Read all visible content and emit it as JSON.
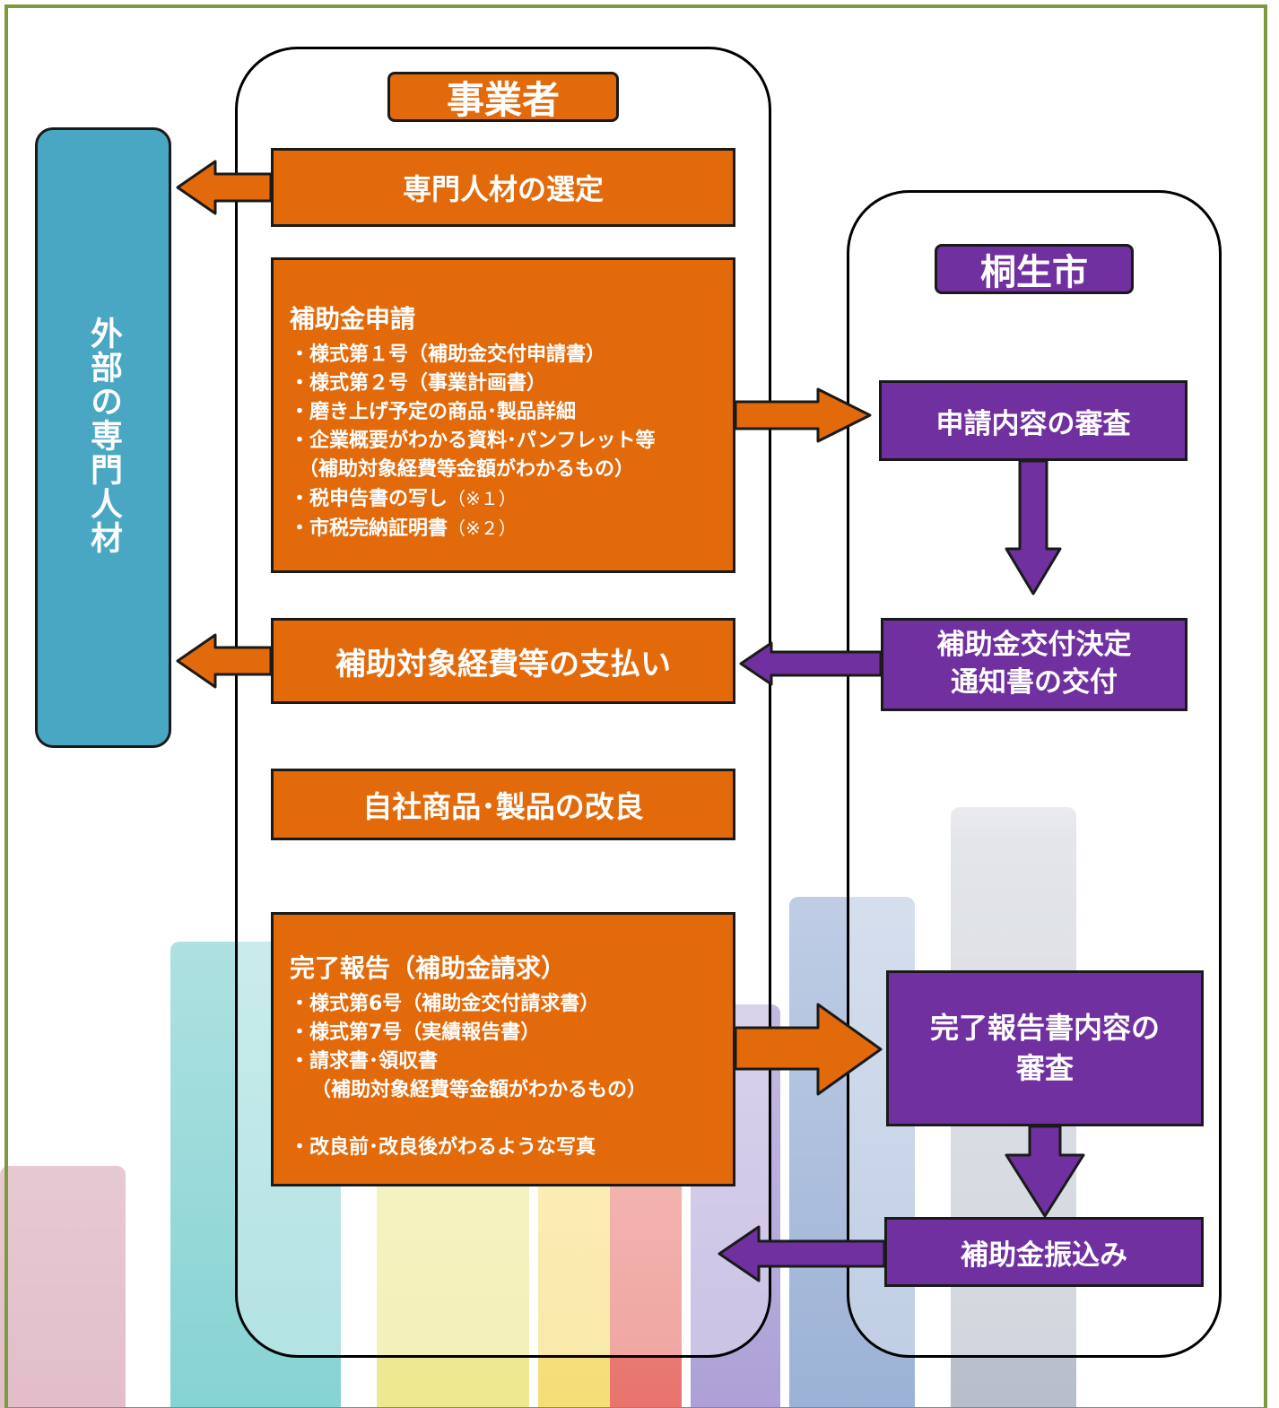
{
  "colors": {
    "business": "#e26a0b",
    "city": "#7030a0",
    "experts": "#4aa7c3",
    "frame": "#7e9a3d"
  },
  "lanes": {
    "business": {
      "label": "事業者"
    },
    "city": {
      "label": "桐生市"
    },
    "experts": {
      "label": "外部の専門人材"
    }
  },
  "business": {
    "select_expert": "専門人材の選定",
    "application": {
      "title": "補助金申請",
      "items": [
        "・様式第１号（補助金交付申請書）",
        "・様式第２号（事業計画書）",
        "・磨き上げ予定の商品･製品詳細",
        "・企業概要がわかる資料･パンフレット等"
      ],
      "items_sub": "（補助対象経費等金額がわかるもの）",
      "tax_return": "・税申告書の写し",
      "tax_return_note": "（※１）",
      "tax_certificate": "・市税完納証明書",
      "tax_certificate_note": "（※２）"
    },
    "payment": "補助対象経費等の支払い",
    "improvement": "自社商品･製品の改良",
    "report": {
      "title": "完了報告（補助金請求）",
      "items": [
        "・様式第6号（補助金交付請求書）",
        "・様式第7号（実績報告書）",
        "・請求書･領収書"
      ],
      "items_sub": "（補助対象経費等金額がわかるもの）",
      "photos": "・改良前･改良後がわるような写真"
    }
  },
  "city": {
    "review_application": "申請内容の審査",
    "decision_line1": "補助金交付決定",
    "decision_line2": "通知書の交付",
    "review_report_line1": "完了報告書内容の",
    "review_report_line2": "審査",
    "transfer": "補助金振込み"
  }
}
